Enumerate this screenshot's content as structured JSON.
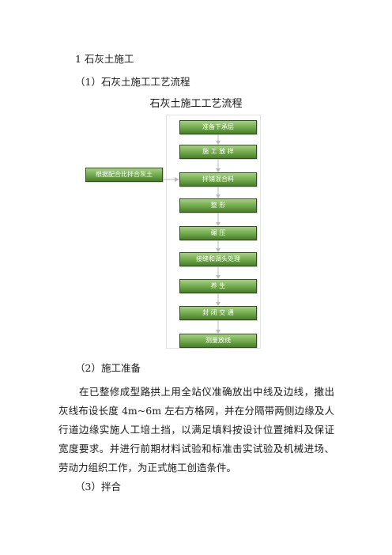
{
  "heading": "1 石灰土施工",
  "subheading_1": "（1）石灰土施工工艺流程",
  "figure_title": "石灰土施工工艺流程",
  "flowchart": {
    "steps": [
      "准备下承层",
      "施 工 放 样",
      "拌铺混合料",
      "整        形",
      "碾        压",
      "接缝和调头处理",
      "养        生",
      "封 闭 交 通",
      "测量放线"
    ],
    "side_input": "根据配合比拌合灰土"
  },
  "subheading_2": "（2）施工准备",
  "paragraph": "在已整修成型路拱上用全站仪准确放出中线及边线，撒出灰线布设长度 4m~6m 左右方格网，并在分隔带两侧边缘及人行道边缘实施人工培土挡，以满足填料按设计位置摊料及保证宽度要求。并进行前期材料试验和标准击实试验及机械进场、劳动力组织工作，为正式施工创造条件。",
  "subheading_3": "（3）拌合"
}
